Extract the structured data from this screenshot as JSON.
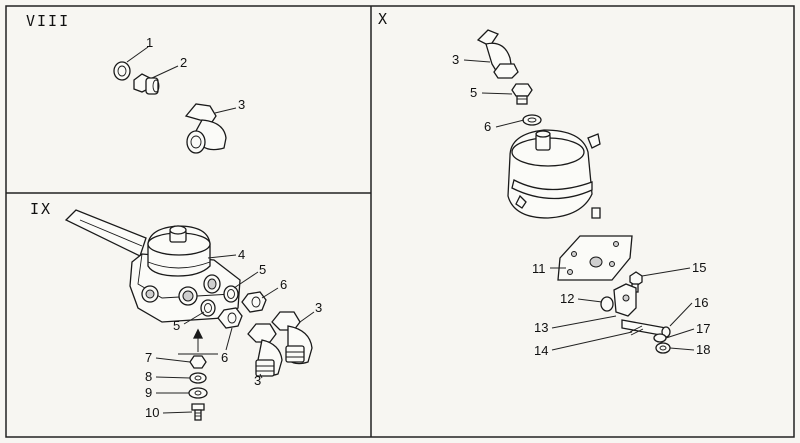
{
  "sections": [
    {
      "id": "viii",
      "title": "VIII"
    },
    {
      "id": "ix",
      "title": "IX"
    },
    {
      "id": "x",
      "title": "X"
    }
  ],
  "callouts": {
    "viii": [
      "1",
      "2",
      "3"
    ],
    "ix": [
      "4",
      "5",
      "6",
      "3",
      "5",
      "6",
      "3",
      "7",
      "8",
      "9",
      "10"
    ],
    "x": [
      "3",
      "5",
      "6",
      "11",
      "15",
      "12",
      "16",
      "13",
      "17",
      "14",
      "18"
    ]
  }
}
